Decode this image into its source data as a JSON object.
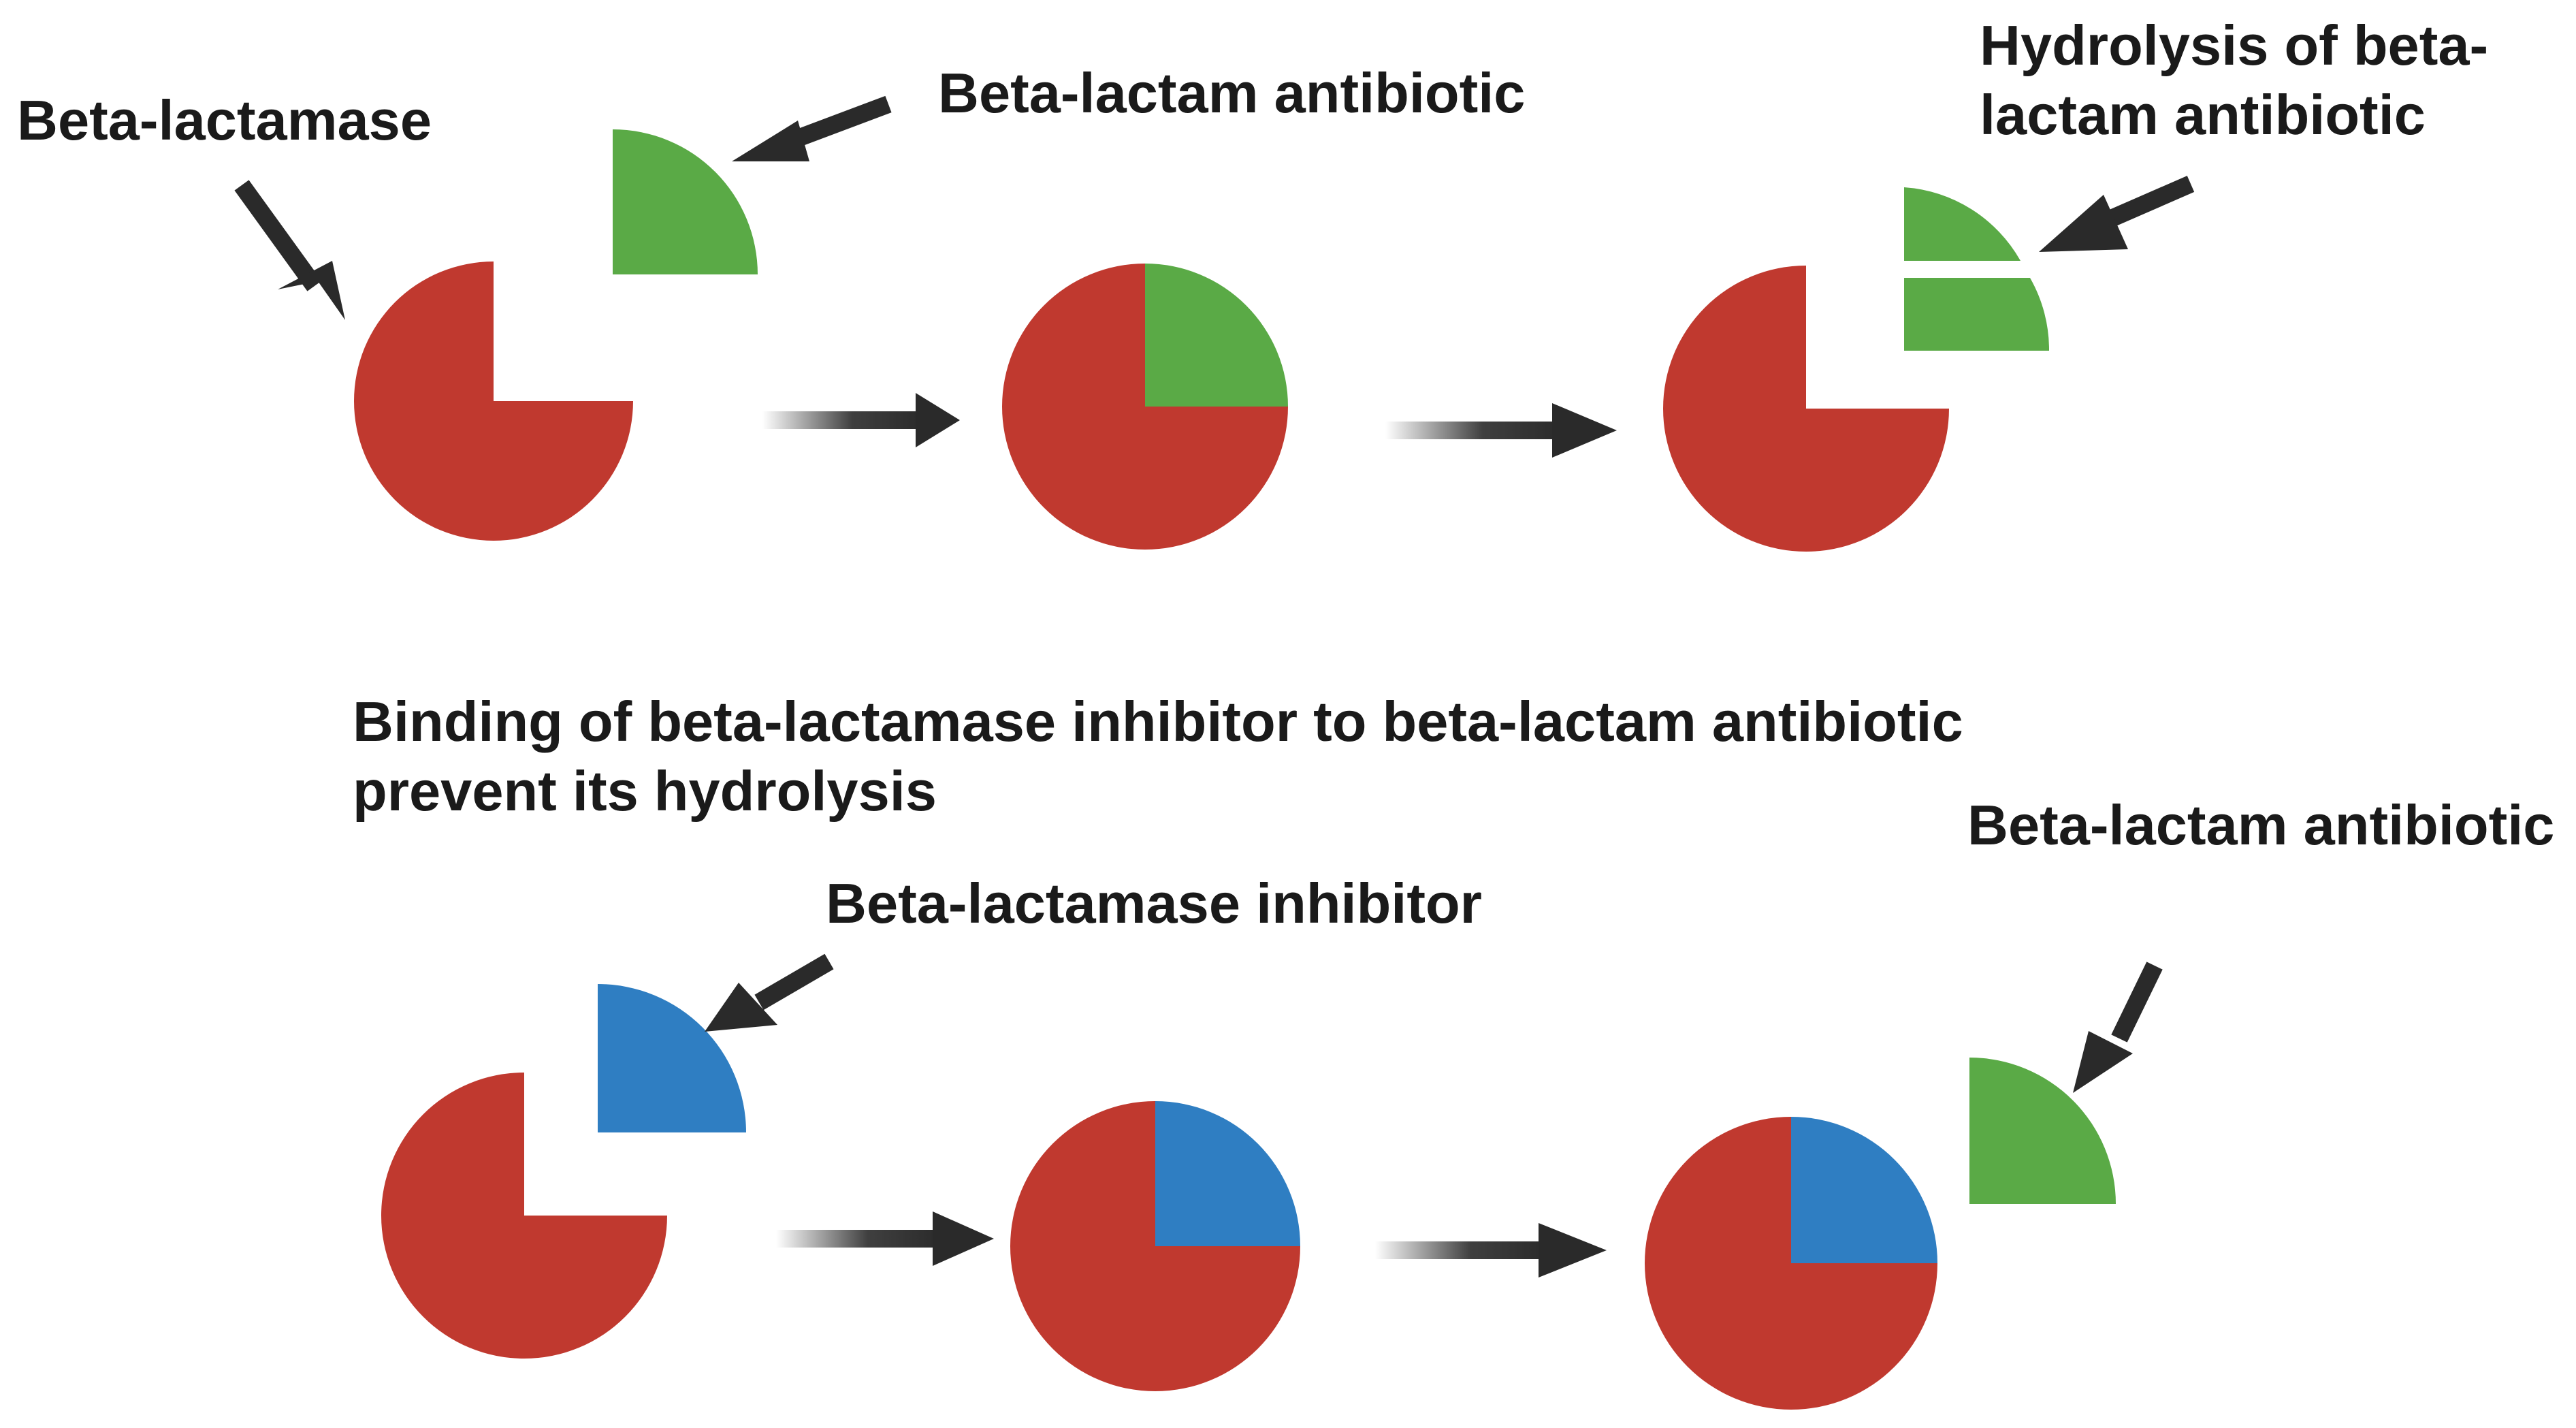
{
  "colors": {
    "enzyme": "#c0392f",
    "antibiotic": "#5aaa46",
    "inhibitor": "#2f7ec2",
    "arrow": "#2a2a2a",
    "text": "#1a1a1a",
    "background": "#ffffff"
  },
  "top_row": {
    "label_enzyme": "Beta-lactamase",
    "label_antibiotic": "Beta-lactam antibiotic",
    "label_hydrolysis_line1": "Hydrolysis of beta-",
    "label_hydrolysis_line2": "lactam antibiotic"
  },
  "bottom_row": {
    "title_line1": "Binding of beta-lactamase inhibitor to beta-lactam antibiotic",
    "title_line2": "prevent its hydrolysis",
    "label_inhibitor": "Beta-lactamase inhibitor",
    "label_antibiotic": "Beta-lactam antibiotic"
  }
}
